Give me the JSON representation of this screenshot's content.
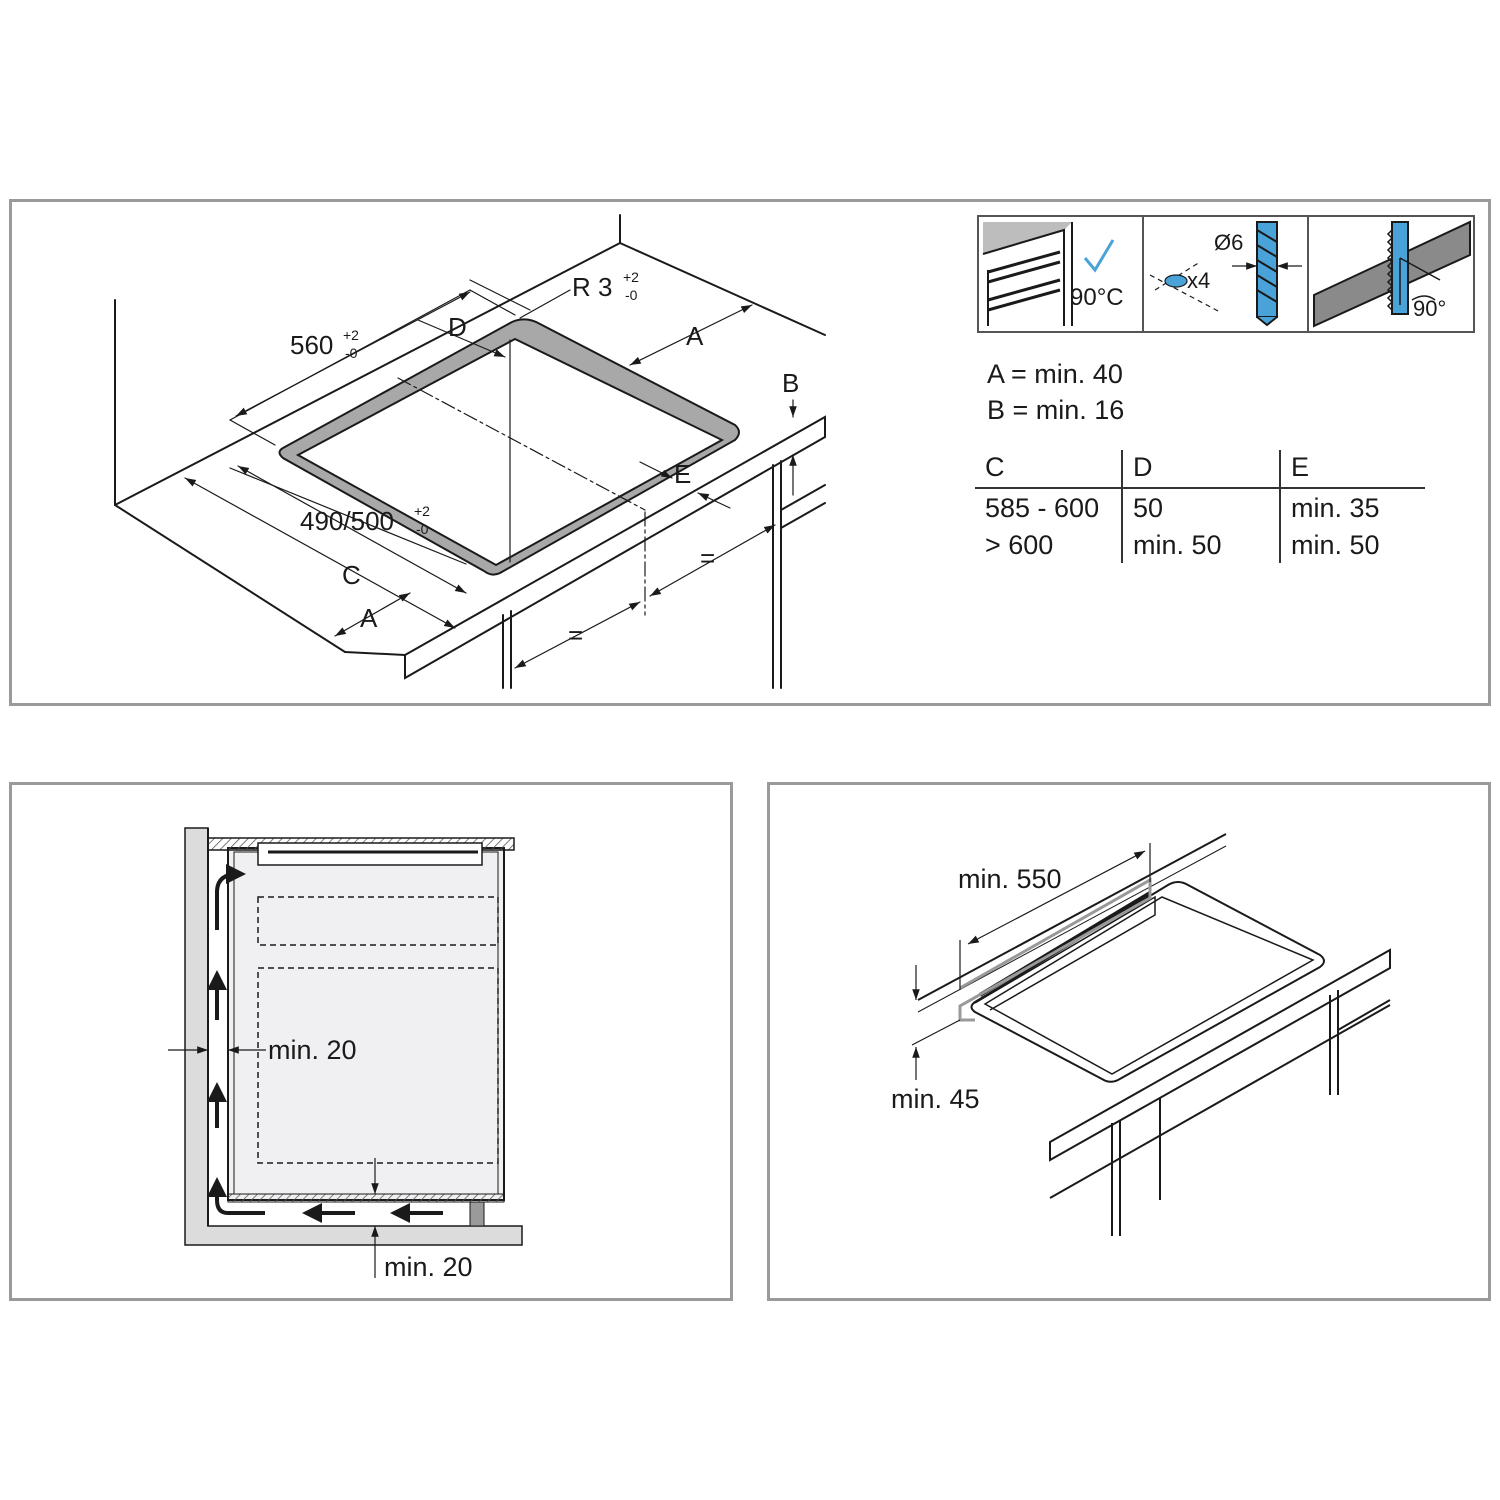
{
  "top_panel": {
    "dims": {
      "width_main": "560",
      "width_tol_plus": "+2",
      "width_tol_minus": "-0",
      "depth_main": "490/500",
      "depth_tol_plus": "+2",
      "depth_tol_minus": "-0",
      "radius_main": "R 3",
      "radius_tol_plus": "+2",
      "radius_tol_minus": "-0",
      "letter_a_back": "A",
      "letter_a_front": "A",
      "letter_b": "B",
      "letter_c": "C",
      "letter_d": "D",
      "letter_e": "E",
      "equal_1": "=",
      "equal_2": "="
    },
    "icons": {
      "temp_label": "90°C",
      "screw_count": "x4",
      "drill_label": "Ø6",
      "angle_label": "90°"
    },
    "min_values": [
      "A = min. 40",
      "B = min. 16"
    ],
    "table": {
      "headers": [
        "C",
        "D",
        "E"
      ],
      "rows": [
        [
          "585 - 600",
          "50",
          "min. 35"
        ],
        [
          "> 600",
          "min. 50",
          "min. 50"
        ]
      ]
    }
  },
  "bottom_left_panel": {
    "side_gap": "min. 20",
    "bottom_gap": "min. 20"
  },
  "bottom_right_panel": {
    "depth_label": "min. 550",
    "edge_label": "min. 45"
  },
  "colors": {
    "frame": "#9a9a9a",
    "line": "#1a1a1a",
    "gasket": "#a8a8a8",
    "cabinet_fill": "#f0f0f2",
    "wall_fill": "#dcdcdc",
    "accent_blue": "#4aa3d8"
  }
}
